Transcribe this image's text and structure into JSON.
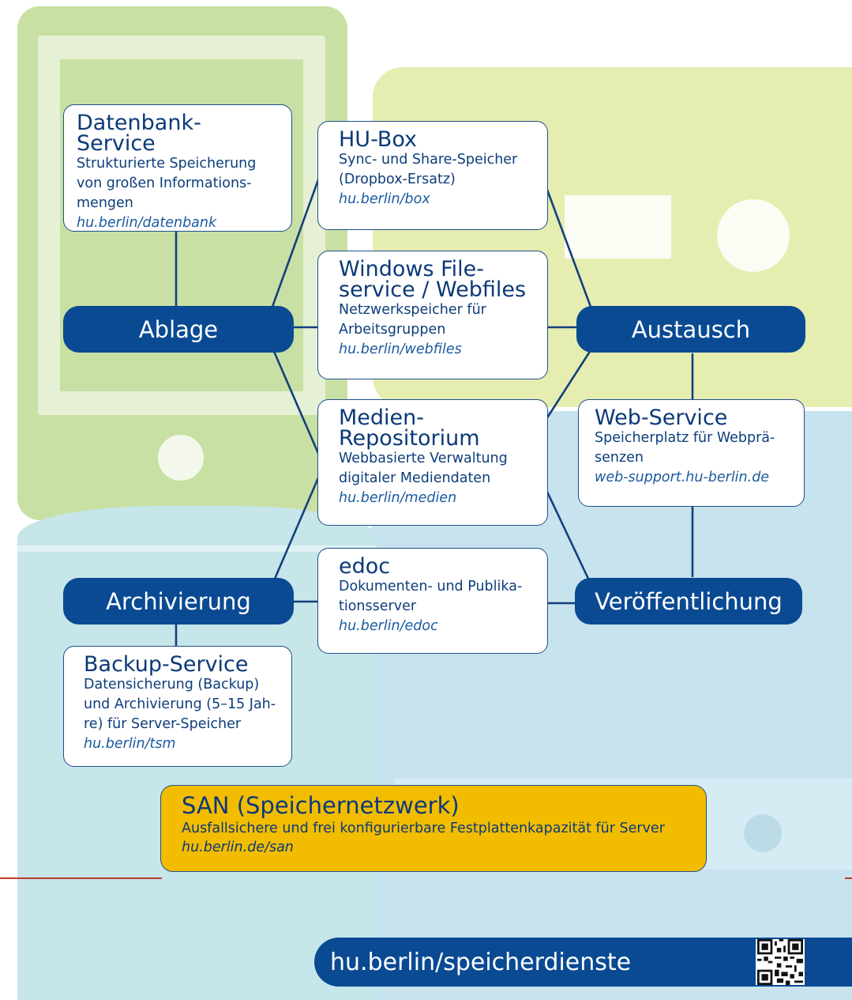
{
  "cards": {
    "datenbank": {
      "title": "Datenbank-Service",
      "desc": "Strukturierte Speicherung\nvon großen Informations-\nmengen",
      "link": "hu.berlin/datenbank"
    },
    "hubox": {
      "title": "HU-Box",
      "desc": "Sync- und Share-Speicher\n(Dropbox-Ersatz)",
      "link": "hu.berlin/box"
    },
    "windows": {
      "title": "Windows File-\nservice / Webfiles",
      "desc": "Netzwerkspeicher für\nArbeitsgruppen",
      "link": "hu.berlin/webfiles"
    },
    "medien": {
      "title": "Medien-\nRepositorium",
      "desc": "Webbasierte Verwaltung\ndigitaler Mediendaten",
      "link": "hu.berlin/medien"
    },
    "webservice": {
      "title": "Web-Service",
      "desc": "Speicherplatz für Webprä-\nsenzen",
      "link": "web-support.hu-berlin.de"
    },
    "edoc": {
      "title": "edoc",
      "desc": "Dokumenten- und Publika-\ntionsserver",
      "link": "hu.berlin/edoc"
    },
    "backup": {
      "title": "Backup-Service",
      "desc": "Datensicherung (Backup)\nund Archivierung (5–15 Jah-\nre) für Server-Speicher",
      "link": "hu.berlin/tsm"
    }
  },
  "nodes": {
    "ablage": "Ablage",
    "austausch": "Austausch",
    "archivierung": "Archivierung",
    "veroeffentlichung": "Veröffentlichung"
  },
  "san": {
    "title": "SAN (Speichernetzwerk)",
    "desc": "Ausfallsichere und frei konfigurierbare Festplattenkapazität für Server",
    "link": "hu.berlin.de/san"
  },
  "footer": {
    "url": "hu.berlin/speicherdienste"
  },
  "colors": {
    "node": "#0a4a93",
    "line": "#12407e",
    "san": "#f2bc00",
    "green_bg": "#c9e0a4",
    "blue_bg": "#c7e3ee"
  }
}
